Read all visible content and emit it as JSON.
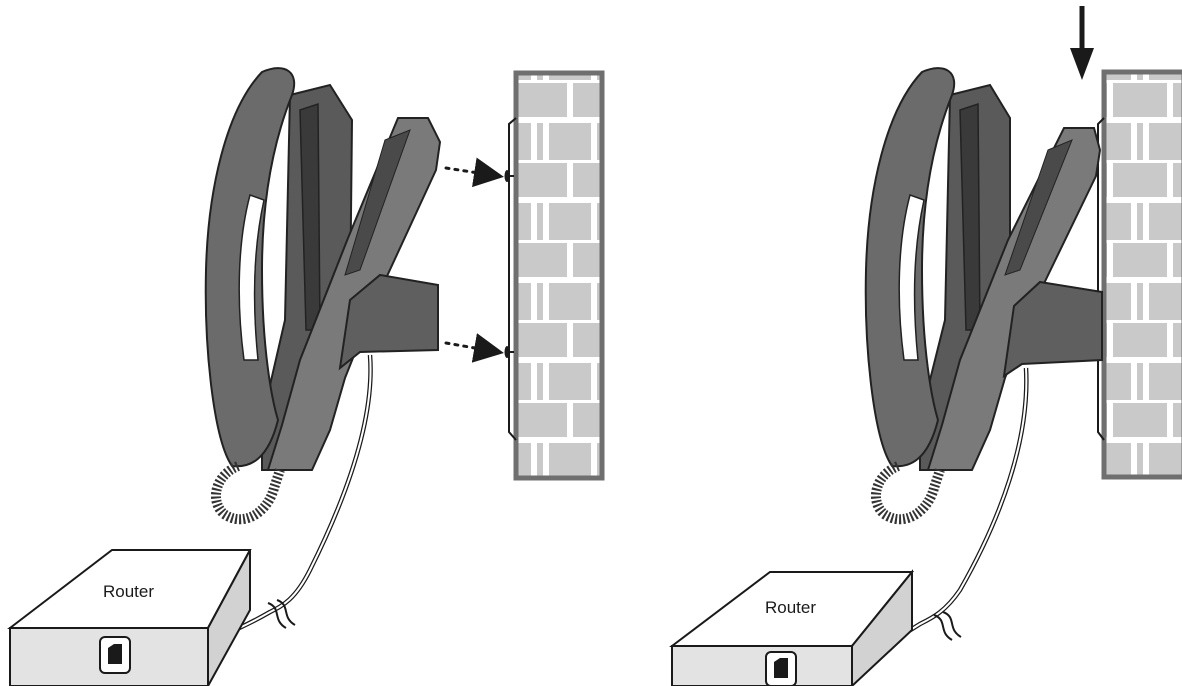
{
  "panels": [
    {
      "id": "before",
      "router_label": "Router"
    },
    {
      "id": "after",
      "router_label": "Router"
    }
  ],
  "colors": {
    "phone_dark": "#4a4a4a",
    "phone_mid": "#6b6b6b",
    "phone_light": "#8a8a8a",
    "brick": "#c9c9c9",
    "mortar": "#ffffff",
    "wall_outline": "#6f6f6f",
    "router_top": "#ffffff",
    "router_side": "#e3e3e3",
    "ink": "#1a1a1a"
  }
}
